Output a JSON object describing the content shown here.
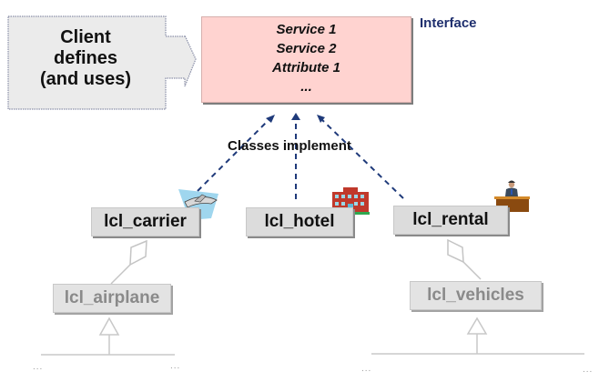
{
  "client": {
    "label_lines": [
      "Client",
      "defines",
      "(and uses)"
    ]
  },
  "interface": {
    "title": "Interface",
    "members": [
      "Service 1",
      "Service 2",
      "Attribute 1",
      "..."
    ]
  },
  "implementation_label": "Classes implement",
  "classes": {
    "carrier": {
      "name": "lcl_carrier",
      "icon": "airplane-globe-icon"
    },
    "hotel": {
      "name": "lcl_hotel",
      "icon": "hotel-building-icon"
    },
    "rental": {
      "name": "lcl_rental",
      "icon": "rental-desk-agent-icon"
    },
    "airplane": {
      "name": "lcl_airplane"
    },
    "vehicles": {
      "name": "lcl_vehicles"
    }
  },
  "ellipses": [
    "...",
    "...",
    "...",
    "..."
  ],
  "colors": {
    "interface_fill": "#ffd3d0",
    "interface_title": "#1f2f6e",
    "arrow_dashes": "#1f3a7a",
    "client_fill": "#ebebeb",
    "class_fill": "#dcdcdc",
    "faded_text": "#8a8a8a"
  }
}
